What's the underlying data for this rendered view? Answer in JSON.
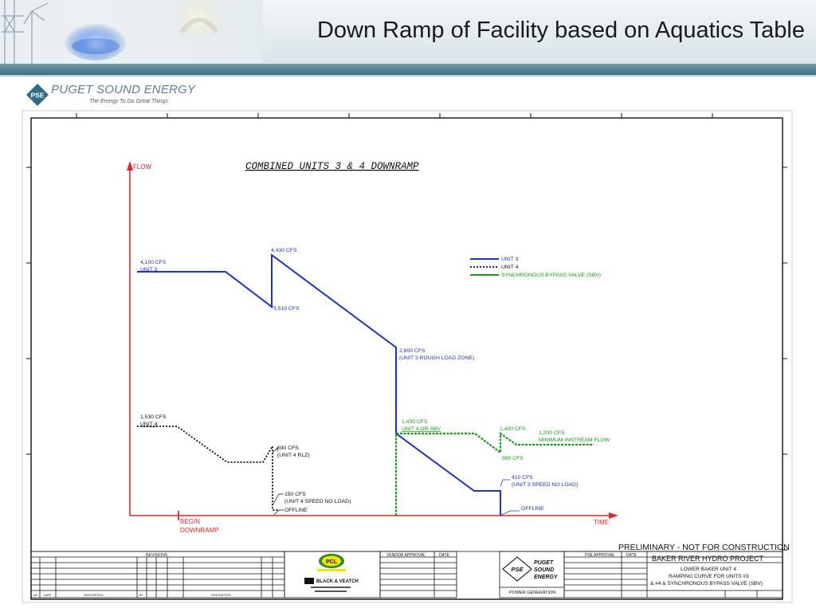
{
  "slide": {
    "title": "Down Ramp of Facility based on Aquatics Table",
    "logo_name": "PUGET SOUND ENERGY",
    "logo_tagline": "The Energy To Do Great Things",
    "logo_mark": "PSE"
  },
  "diagram": {
    "title": "COMBINED UNITS 3 & 4 DOWNRAMP",
    "y_axis_label": "FLOW",
    "x_axis_label": "TIME",
    "begin_label_1": "BEGIN",
    "begin_label_2": "DOWNRAMP",
    "annotations": {
      "u3_start_1": "4,100 CFS",
      "u3_start_2": "UNIT 3",
      "u3_peak": "4,430 CFS",
      "u3_dip": "3,510 CFS",
      "u3_rough_1": "2,800 CFS",
      "u3_rough_2": "(UNIT 3 ROUGH LOAD ZONE)",
      "sbv_1": "1,430 CFS",
      "sbv_2": "UNIT 4 OR SBV",
      "sbv_peak": "1,400 CFS",
      "sbv_min_1": "1,200 CFS",
      "sbv_min_2": "MINIMUM INSTREAM FLOW",
      "sbv_dip": "990 CFS",
      "u3_speed_1": "410 CFS",
      "u3_speed_2": "(UNIT 3 SPEED NO LOAD)",
      "u3_offline": "OFFLINE",
      "u4_start_1": "1,530 CFS",
      "u4_start_2": "UNIT 4",
      "u4_rlz_1": "690 CFS",
      "u4_rlz_2": "(UNIT 4 RLZ)",
      "u4_speed_1": "150 CFS",
      "u4_speed_2": "(UNIT 4 SPEED NO LOAD)",
      "u4_offline": "OFFLINE"
    },
    "legend": [
      {
        "label": "UNIT 3",
        "color": "#1d2fd8",
        "style": "solid"
      },
      {
        "label": "UNIT 4",
        "color": "#111111",
        "style": "dotted"
      },
      {
        "label": "SYNCHRONOUS BYPASS VALVE (SBV)",
        "color": "#12a012",
        "style": "solid"
      }
    ],
    "axis_color": "#e8262a"
  },
  "title_block": {
    "stamp": "PRELIMINARY - NOT FOR CONSTRUCTION",
    "revisions": "REVISIONS",
    "vendor_approval": "VENDOR APPROVAL",
    "date": "DATE",
    "pse_approval": "PSE APPROVAL",
    "project": "BAKER RIVER HYDRO PROJECT",
    "subtitle_1": "LOWER BAKER UNIT 4",
    "subtitle_2": "RAMPING CURVE FOR UNITS #3",
    "subtitle_3": "& #4 & SYNCHRONOUS BYPASS VALVE (SBV)",
    "power_generation": "POWER GENERATION",
    "pcl": "PCL",
    "bv": "BLACK & VEATCH",
    "pse_lines": [
      "PUGET",
      "SOUND",
      "ENERGY"
    ],
    "col_dsc": "DESCRIPTION",
    "col_by": "BY",
    "col_no": "NO",
    "col_date": "DATE"
  }
}
